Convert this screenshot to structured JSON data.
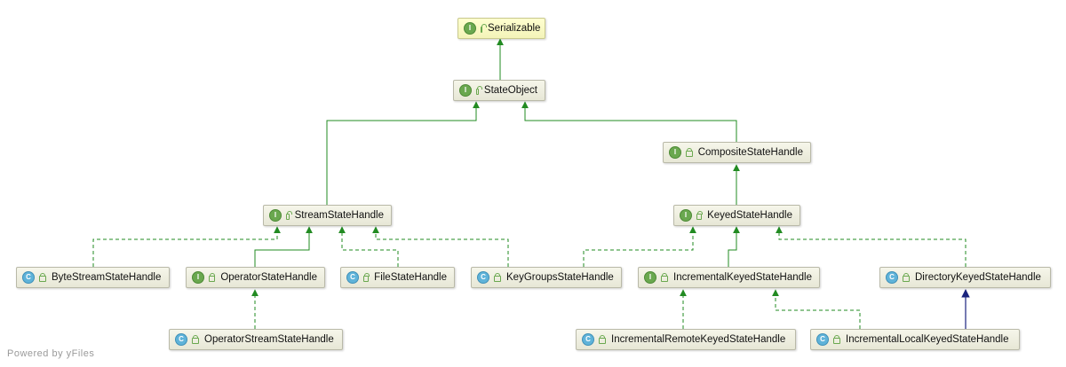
{
  "footer": {
    "text": "Powered by yFiles"
  },
  "colors": {
    "extends": "#228b22",
    "implements_dashed": "#228b22",
    "implements_navy": "#1a237e"
  },
  "nodes": [
    {
      "id": "serializable",
      "label": "Serializable",
      "kind": "I",
      "icon": "interface-icon"
    },
    {
      "id": "stateobject",
      "label": "StateObject",
      "kind": "I",
      "icon": "interface-icon"
    },
    {
      "id": "composite",
      "label": "CompositeStateHandle",
      "kind": "I",
      "icon": "interface-icon"
    },
    {
      "id": "stream",
      "label": "StreamStateHandle",
      "kind": "I",
      "icon": "interface-icon"
    },
    {
      "id": "keyed",
      "label": "KeyedStateHandle",
      "kind": "I",
      "icon": "interface-icon"
    },
    {
      "id": "bytestream",
      "label": "ByteStreamStateHandle",
      "kind": "C",
      "icon": "class-icon"
    },
    {
      "id": "operator",
      "label": "OperatorStateHandle",
      "kind": "I",
      "icon": "interface-icon"
    },
    {
      "id": "file",
      "label": "FileStateHandle",
      "kind": "C",
      "icon": "class-icon"
    },
    {
      "id": "keygroups",
      "label": "KeyGroupsStateHandle",
      "kind": "C",
      "icon": "class-icon"
    },
    {
      "id": "incremental",
      "label": "IncrementalKeyedStateHandle",
      "kind": "I",
      "icon": "interface-icon"
    },
    {
      "id": "directory",
      "label": "DirectoryKeyedStateHandle",
      "kind": "C",
      "icon": "class-icon"
    },
    {
      "id": "opstream",
      "label": "OperatorStreamStateHandle",
      "kind": "C",
      "icon": "class-icon"
    },
    {
      "id": "incremote",
      "label": "IncrementalRemoteKeyedStateHandle",
      "kind": "C",
      "icon": "class-icon"
    },
    {
      "id": "inclocal",
      "label": "IncrementalLocalKeyedStateHandle",
      "kind": "C",
      "icon": "class-icon"
    }
  ]
}
